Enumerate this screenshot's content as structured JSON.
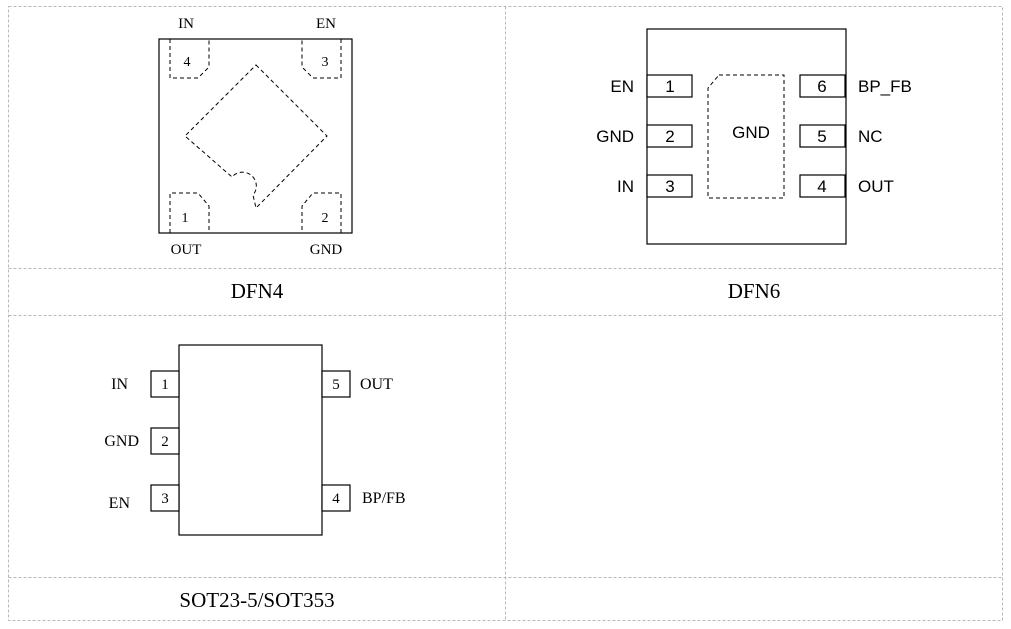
{
  "dfn4": {
    "caption": "DFN4",
    "pins": [
      {
        "num": "1",
        "label": "OUT"
      },
      {
        "num": "2",
        "label": "GND"
      },
      {
        "num": "3",
        "label": "EN"
      },
      {
        "num": "4",
        "label": "IN"
      }
    ]
  },
  "dfn6": {
    "caption": "DFN6",
    "pad_label": "GND",
    "pins": [
      {
        "num": "1",
        "label": "EN"
      },
      {
        "num": "2",
        "label": "GND"
      },
      {
        "num": "3",
        "label": "IN"
      },
      {
        "num": "4",
        "label": "OUT"
      },
      {
        "num": "5",
        "label": "NC"
      },
      {
        "num": "6",
        "label": "BP_FB"
      }
    ]
  },
  "sot23": {
    "caption": "SOT23-5/SOT353",
    "pins": [
      {
        "num": "1",
        "label": "IN"
      },
      {
        "num": "2",
        "label": "GND"
      },
      {
        "num": "3",
        "label": "EN"
      },
      {
        "num": "4",
        "label": "BP/FB"
      },
      {
        "num": "5",
        "label": "OUT"
      }
    ]
  }
}
